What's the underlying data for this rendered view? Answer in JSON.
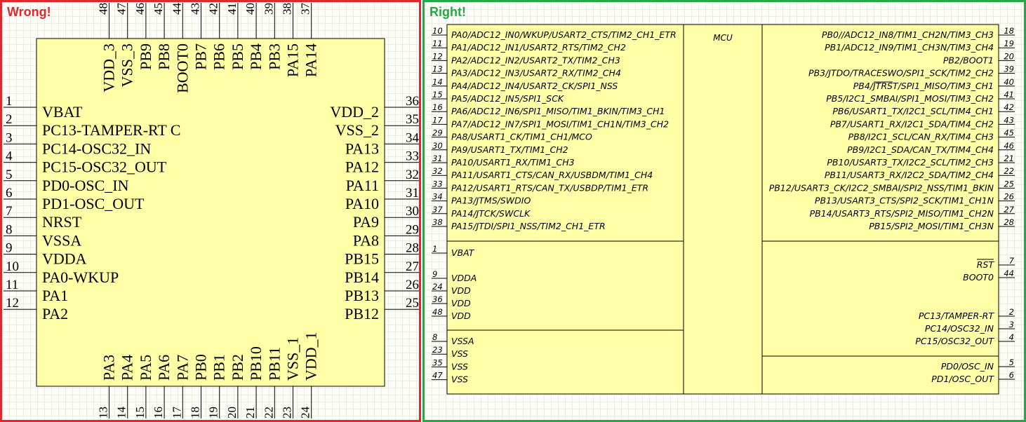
{
  "wrong": {
    "title": "Wrong!",
    "left_pins": [
      {
        "num": "1",
        "name": "VBAT"
      },
      {
        "num": "2",
        "name": "PC13-TAMPER-RT C"
      },
      {
        "num": "3",
        "name": "PC14-OSC32_IN"
      },
      {
        "num": "4",
        "name": "PC15-OSC32_OUT"
      },
      {
        "num": "5",
        "name": "PD0-OSC_IN"
      },
      {
        "num": "6",
        "name": "PD1-OSC_OUT"
      },
      {
        "num": "7",
        "name": "NRST"
      },
      {
        "num": "8",
        "name": "VSSA"
      },
      {
        "num": "9",
        "name": "VDDA"
      },
      {
        "num": "10",
        "name": "PA0-WKUP"
      },
      {
        "num": "11",
        "name": "PA1"
      },
      {
        "num": "12",
        "name": "PA2"
      }
    ],
    "right_pins": [
      {
        "num": "36",
        "name": "VDD_2"
      },
      {
        "num": "35",
        "name": "VSS_2"
      },
      {
        "num": "34",
        "name": "PA13"
      },
      {
        "num": "33",
        "name": "PA12"
      },
      {
        "num": "32",
        "name": "PA11"
      },
      {
        "num": "31",
        "name": "PA10"
      },
      {
        "num": "30",
        "name": "PA9"
      },
      {
        "num": "29",
        "name": "PA8"
      },
      {
        "num": "28",
        "name": "PB15"
      },
      {
        "num": "27",
        "name": "PB14"
      },
      {
        "num": "26",
        "name": "PB13"
      },
      {
        "num": "25",
        "name": "PB12"
      }
    ],
    "top_pins": [
      {
        "num": "48",
        "name": "VDD_3"
      },
      {
        "num": "47",
        "name": "VSS_3"
      },
      {
        "num": "46",
        "name": "PB9"
      },
      {
        "num": "45",
        "name": "PB8"
      },
      {
        "num": "44",
        "name": "BOOT0"
      },
      {
        "num": "43",
        "name": "PB7"
      },
      {
        "num": "42",
        "name": "PB6"
      },
      {
        "num": "41",
        "name": "PB5"
      },
      {
        "num": "40",
        "name": "PB4"
      },
      {
        "num": "39",
        "name": "PB3"
      },
      {
        "num": "38",
        "name": "PA15"
      },
      {
        "num": "37",
        "name": "PA14"
      }
    ],
    "bottom_pins": [
      {
        "num": "13",
        "name": "PA3"
      },
      {
        "num": "14",
        "name": "PA4"
      },
      {
        "num": "15",
        "name": "PA5"
      },
      {
        "num": "16",
        "name": "PA6"
      },
      {
        "num": "17",
        "name": "PA7"
      },
      {
        "num": "18",
        "name": "PB0"
      },
      {
        "num": "19",
        "name": "PB1"
      },
      {
        "num": "20",
        "name": "PB2"
      },
      {
        "num": "21",
        "name": "PB10"
      },
      {
        "num": "22",
        "name": "PB11"
      },
      {
        "num": "23",
        "name": "VSS_1"
      },
      {
        "num": "24",
        "name": "VDD_1"
      }
    ]
  },
  "right": {
    "title": "Right!",
    "mcu_label": "MCU",
    "left_top": [
      {
        "num": "10",
        "name": "PA0/ADC12_IN0/WKUP/USART2_CTS/TIM2_CH1_ETR"
      },
      {
        "num": "11",
        "name": "PA1/ADC12_IN1/USART2_RTS/TIM2_CH2"
      },
      {
        "num": "12",
        "name": "PA2/ADC12_IN2/USART2_TX/TIM2_CH3"
      },
      {
        "num": "13",
        "name": "PA3/ADC12_IN3/USART2_RX/TIM2_CH4"
      },
      {
        "num": "14",
        "name": "PA4/ADC12_IN4/USART2_CK/SPI1_NSS"
      },
      {
        "num": "15",
        "name": "PA5/ADC12_IN5/SPI1_SCK"
      },
      {
        "num": "16",
        "name": "PA6/ADC12_IN6/SPI1_MISO/TIM1_BKIN/TIM3_CH1"
      },
      {
        "num": "17",
        "name": "PA7/ADC12_IN7/SPI1_MOSI/TIM1_CH1N/TIM3_CH2"
      },
      {
        "num": "29",
        "name": "PA8/USART1_CK/TIM1_CH1/MCO"
      },
      {
        "num": "30",
        "name": "PA9/USART1_TX/TIM1_CH2"
      },
      {
        "num": "31",
        "name": "PA10/USART1_RX/TIM1_CH3"
      },
      {
        "num": "32",
        "name": "PA11/USART1_CTS/CAN_RX/USBDM/TIM1_CH4"
      },
      {
        "num": "33",
        "name": "PA12/USART1_RTS/CAN_TX/USBDP/TIM1_ETR"
      },
      {
        "num": "34",
        "name": "PA13/JTMS/SWDIO"
      },
      {
        "num": "37",
        "name": "PA14/JTCK/SWCLK"
      },
      {
        "num": "38",
        "name": "PA15/JTDI/SPI1_NSS/TIM2_CH1_ETR"
      }
    ],
    "left_power": [
      {
        "num": "1",
        "name": "VBAT"
      },
      {
        "num": "9",
        "name": "VDDA"
      },
      {
        "num": "24",
        "name": "VDD"
      },
      {
        "num": "36",
        "name": "VDD"
      },
      {
        "num": "48",
        "name": "VDD"
      }
    ],
    "left_ground": [
      {
        "num": "8",
        "name": "VSSA"
      },
      {
        "num": "23",
        "name": "VSS"
      },
      {
        "num": "35",
        "name": "VSS"
      },
      {
        "num": "47",
        "name": "VSS"
      }
    ],
    "right_top": [
      {
        "num": "18",
        "name": "PB0//ADC12_IN8/TIM1_CH2N/TIM3_CH3"
      },
      {
        "num": "19",
        "name": "PB1/ADC12_IN9/TIM1_CH3N/TIM3_CH4"
      },
      {
        "num": "20",
        "name": "PB2/BOOT1"
      },
      {
        "num": "39",
        "name": "PB3/JTDO/TRACESWO/SPI1_SCK/TIM2_CH2"
      },
      {
        "num": "40",
        "name": "PB4/JTRST/SPI1_MISO/TIM3_CH1"
      },
      {
        "num": "41",
        "name": "PB5/I2C1_SMBAI/SPI1_MOSI/TIM3_CH2"
      },
      {
        "num": "42",
        "name": "PB6/USART1_TX/I2C1_SCL/TIM4_CH1"
      },
      {
        "num": "43",
        "name": "PB7/USART1_RX/I2C1_SDA/TIM4_CH2"
      },
      {
        "num": "45",
        "name": "PB8/I2C1_SCL/CAN_RX/TIM4_CH3"
      },
      {
        "num": "46",
        "name": "PB9/I2C1_SDA/CAN_TX/TIM4_CH4"
      },
      {
        "num": "21",
        "name": "PB10/USART3_TX/I2C2_SCL/TIM2_CH3"
      },
      {
        "num": "22",
        "name": "PB11/USART3_RX/I2C2_SDA/TIM2_CH4"
      },
      {
        "num": "25",
        "name": "PB12/USART3_CK/I2C2_SMBAI/SPI2_NSS/TIM1_BKIN"
      },
      {
        "num": "26",
        "name": "PB13/USART3_CTS/SPI2_SCK/TIM1_CH1N"
      },
      {
        "num": "27",
        "name": "PB14/USART3_RTS/SPI2_MISO/TIM1_CH2N"
      },
      {
        "num": "28",
        "name": "PB15/SPI2_MOSI/TIM1_CH3N"
      }
    ],
    "right_ctrl": [
      {
        "num": "7",
        "name": "RST"
      },
      {
        "num": "44",
        "name": "BOOT0"
      }
    ],
    "right_clock": [
      {
        "num": "2",
        "name": "PC13/TAMPER-RT"
      },
      {
        "num": "3",
        "name": "PC14/OSC32_IN"
      },
      {
        "num": "4",
        "name": "PC15/OSC32_OUT"
      }
    ],
    "right_osc": [
      {
        "num": "5",
        "name": "PD0/OSC_IN"
      },
      {
        "num": "6",
        "name": "PD1/OSC_OUT"
      }
    ]
  },
  "colors": {
    "body": "#ffffa8",
    "wrong": "#e0282c",
    "right": "#27a844",
    "pin": "#000000"
  }
}
